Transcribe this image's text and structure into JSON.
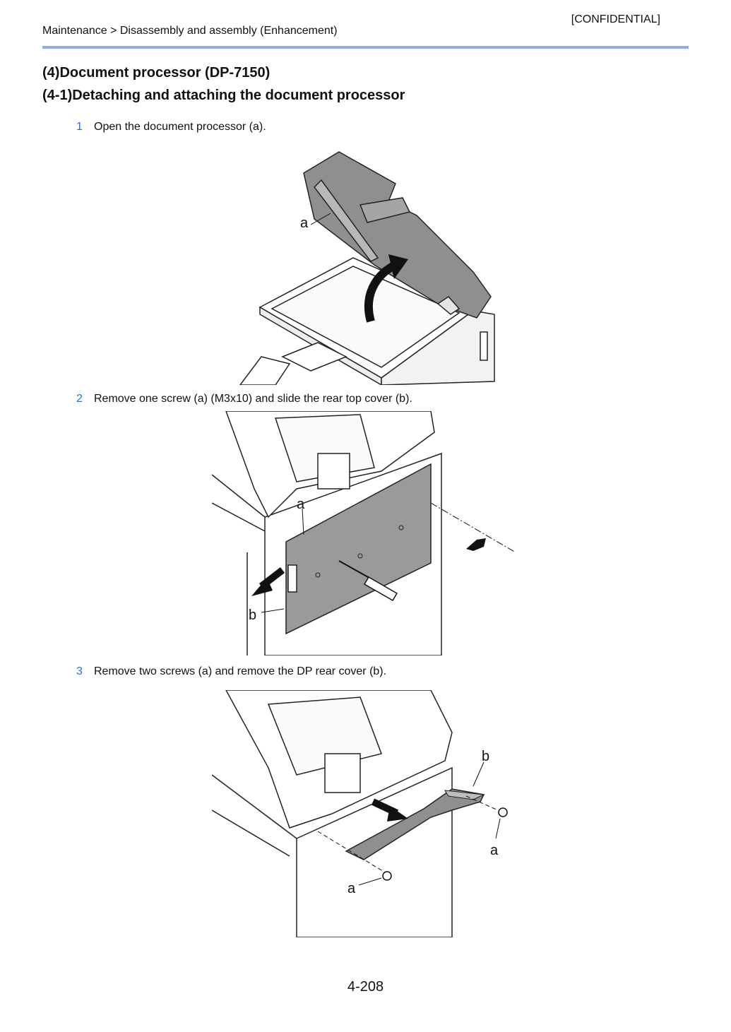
{
  "header": {
    "confidential": "[CONFIDENTIAL]",
    "breadcrumb": "Maintenance > Disassembly and assembly (Enhancement)"
  },
  "section_title": "(4)Document processor (DP-7150)",
  "subsection_title": "(4-1)Detaching and attaching the document processor",
  "steps": [
    {
      "number": "1",
      "text": "Open the document processor (a).",
      "callouts": [
        "a"
      ]
    },
    {
      "number": "2",
      "text": "Remove one screw (a) (M3x10) and slide the rear top cover (b).",
      "callouts": [
        "a",
        "b"
      ]
    },
    {
      "number": "3",
      "text": "Remove two screws (a) and remove the DP rear cover (b).",
      "callouts": [
        "b",
        "a",
        "a"
      ]
    }
  ],
  "page_number": "4-208",
  "colors": {
    "accent": "#2a6fdb",
    "rule": "#8aaef0",
    "part_fill": "#9a9a9a"
  }
}
